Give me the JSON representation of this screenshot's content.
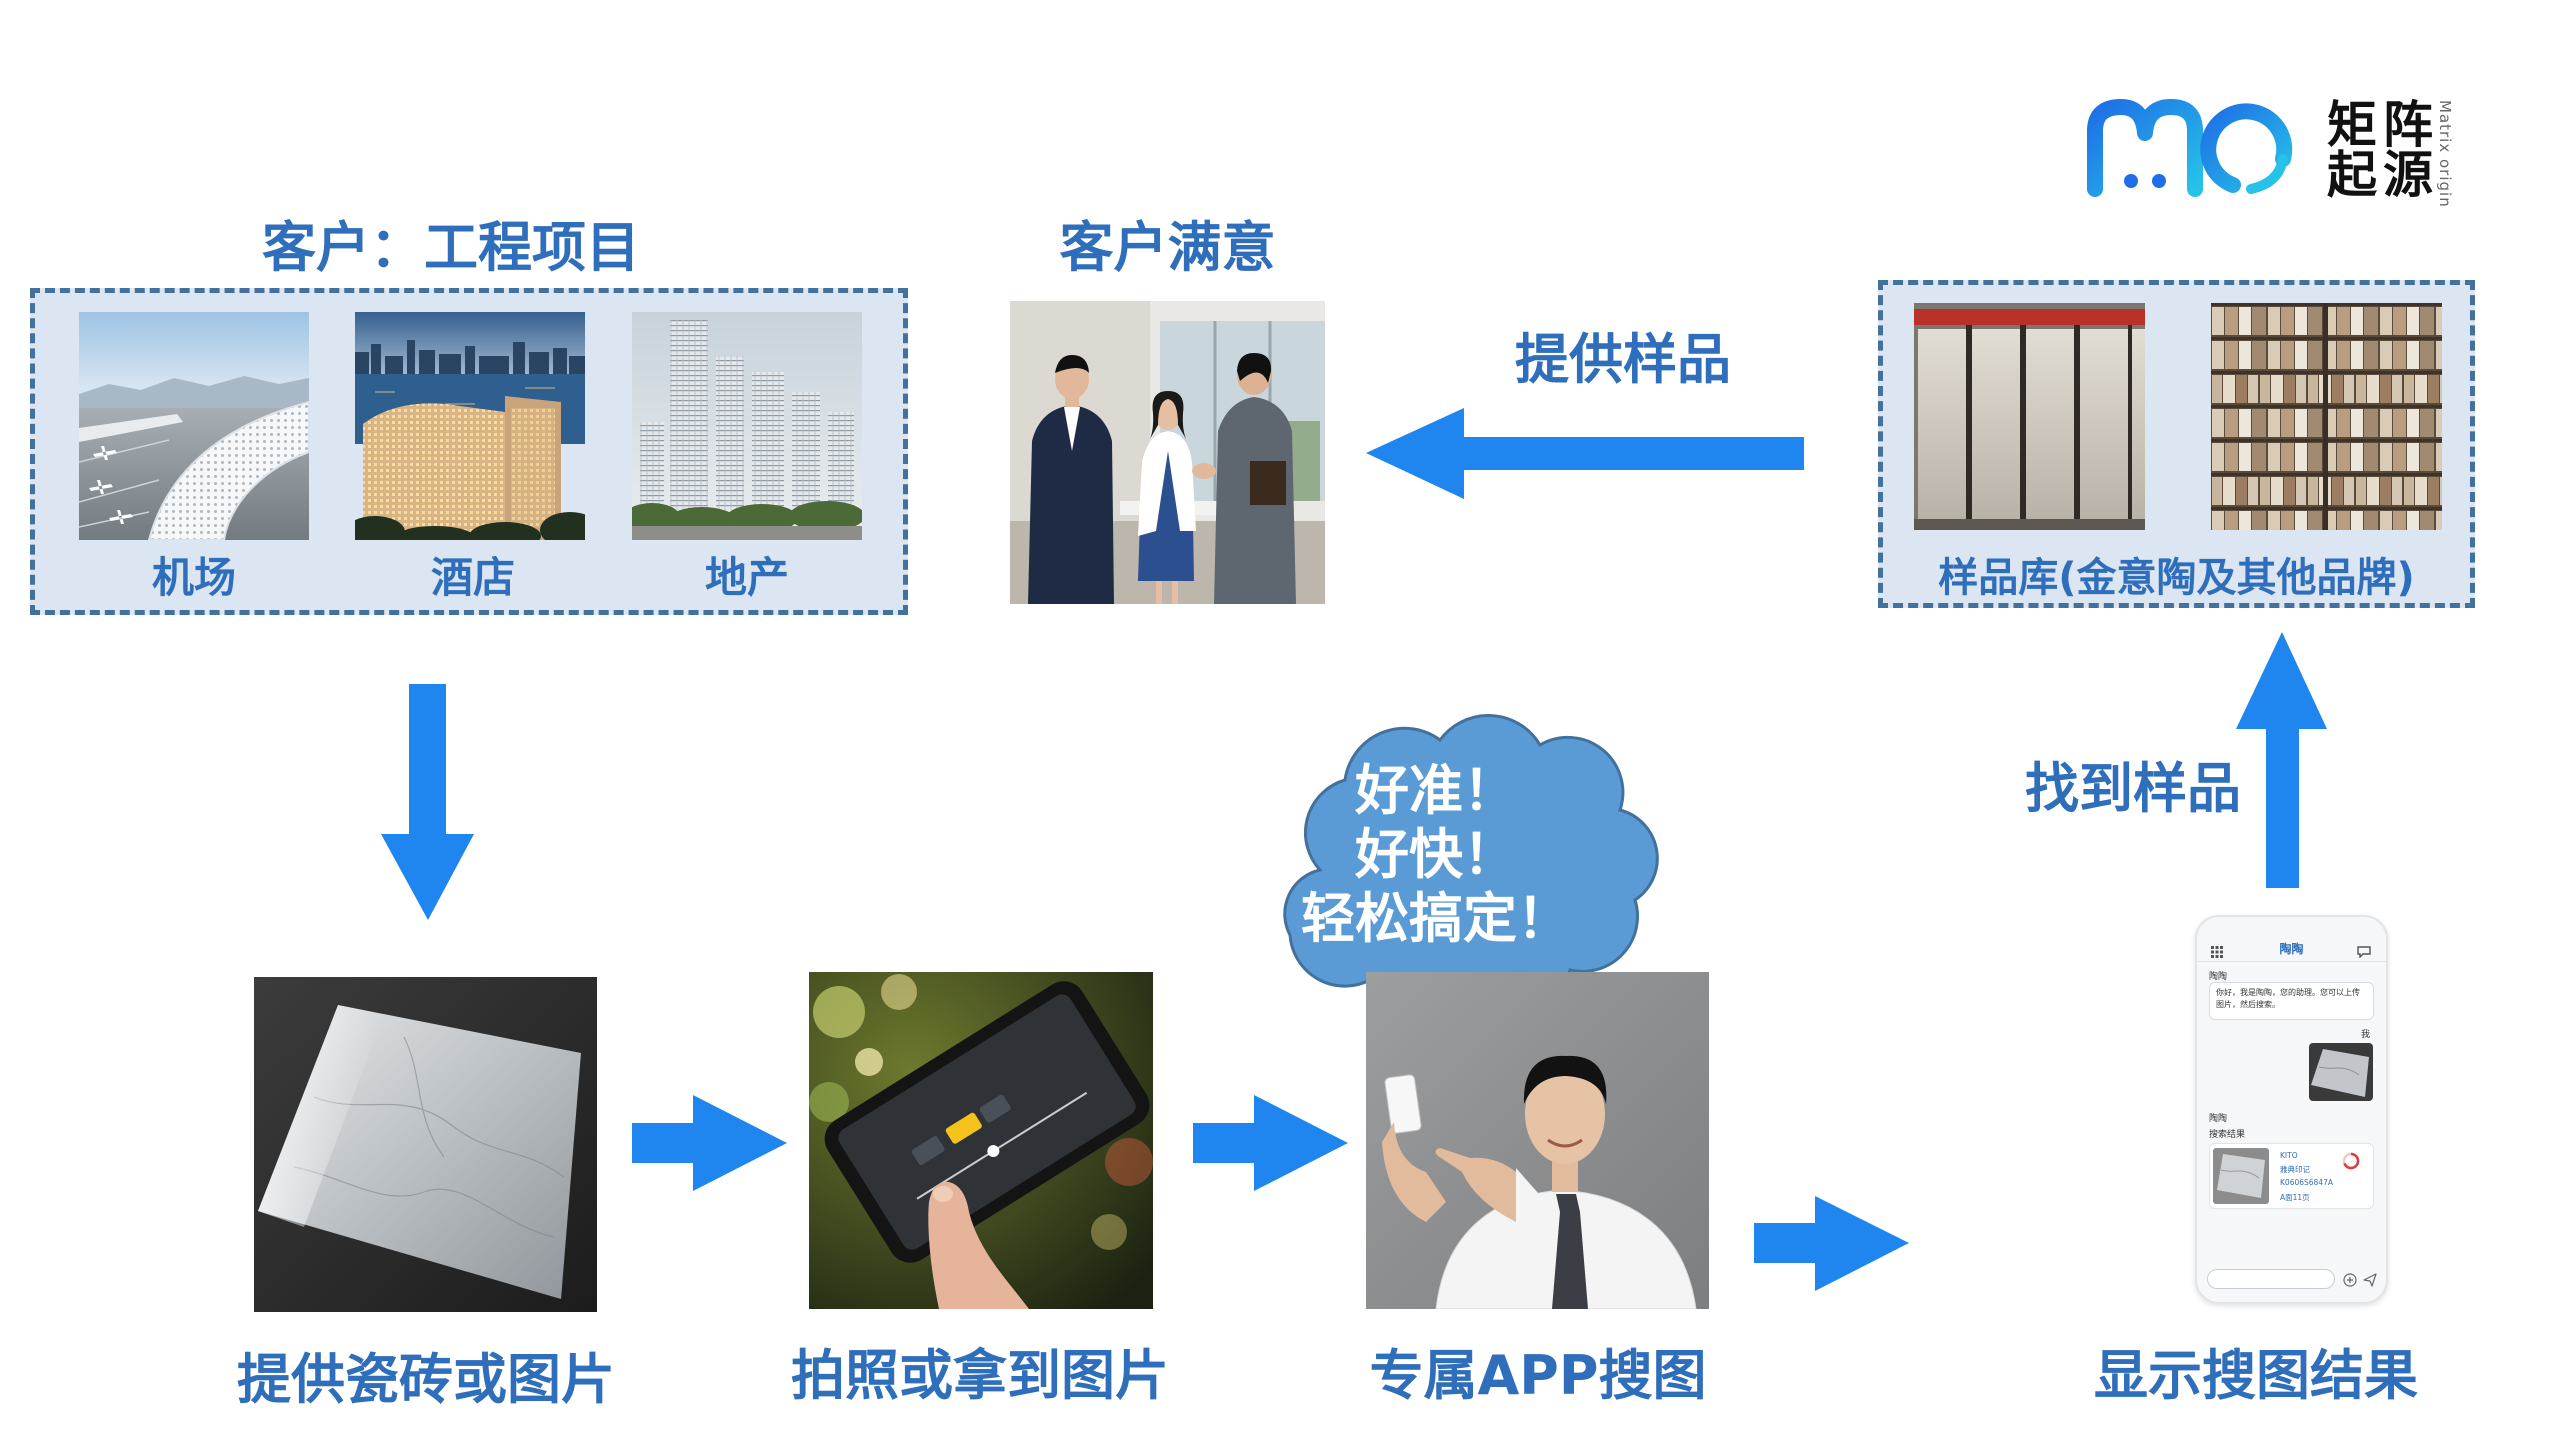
{
  "logo": {
    "line1": "矩阵",
    "line2": "起源",
    "tagline": "Matrix origin",
    "brand_colors": [
      "#1E6FE6",
      "#27C2E8"
    ]
  },
  "colors": {
    "accent_arrow": "#1E86EE",
    "label_text": "#2F6EBA",
    "box_fill": "#DCE6F2",
    "box_border": "#41719C",
    "cloud_fill": "#5B9BD5",
    "cloud_border": "#41719C"
  },
  "client": {
    "title": "客户：工程项目",
    "items": [
      {
        "label": "机场"
      },
      {
        "label": "酒店"
      },
      {
        "label": "地产"
      }
    ]
  },
  "satisfaction": {
    "title": "客户满意"
  },
  "flow_labels": {
    "provide_samples": "提供样品",
    "find_samples": "找到样品"
  },
  "library": {
    "label": "样品库(金意陶及其他品牌)"
  },
  "cloud": {
    "lines": [
      "好准！",
      "好快！",
      "轻松搞定！"
    ]
  },
  "steps": [
    {
      "label": "提供瓷砖或图片"
    },
    {
      "label": "拍照或拿到图片"
    },
    {
      "label": "专属APP搜图"
    },
    {
      "label": "显示搜图结果"
    }
  ],
  "app_screen": {
    "title": "陶陶",
    "bot_name": "陶陶",
    "greeting": "你好，我是陶陶，您的助理。您可以上传图片，然后搜索。",
    "user_name": "我",
    "result_sender": "陶陶",
    "result_heading": "搜索结果",
    "result": {
      "brand": "KITO",
      "name": "雅典印记",
      "code": "K0606S6847A",
      "page": "A面11页"
    }
  }
}
